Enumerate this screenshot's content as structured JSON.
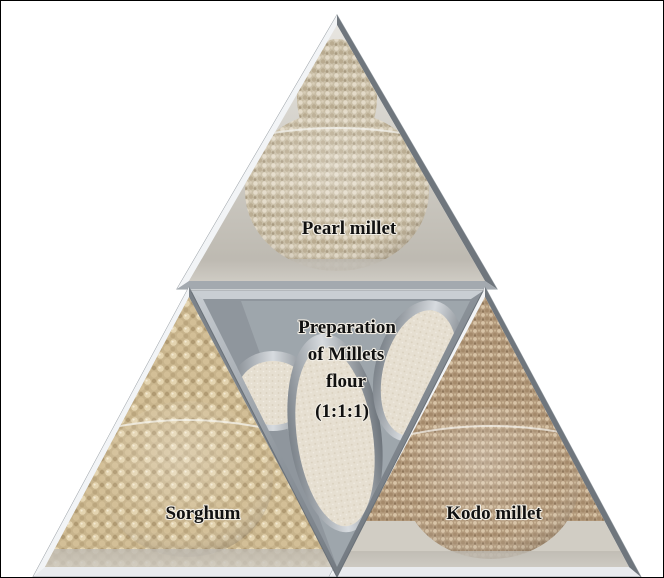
{
  "figure": {
    "top_label": "Pearl millet",
    "left_label": "Sorghum",
    "right_label": "Kodo millet",
    "center_label_lines": [
      "Preparation",
      "of Millets",
      "flour",
      "(1:1:1)"
    ]
  },
  "colors": {
    "background": "#ffffff",
    "frame_border": "#000000",
    "pearl_millet_grain": "#cfc4ae",
    "sorghum_grain": "#d6c39c",
    "kodo_millet_grain": "#c2a88a",
    "flour": "#e9e3d6",
    "steel_bevel": "#8c939a"
  }
}
